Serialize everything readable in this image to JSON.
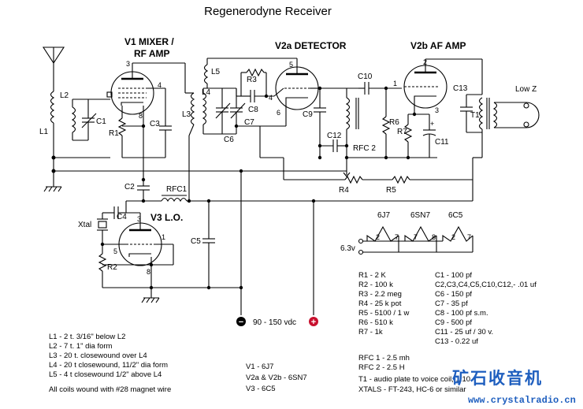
{
  "title": "Regenerodyne Receiver",
  "tubes": {
    "v1": [
      "V1 MIXER /",
      "RF AMP"
    ],
    "v2a": "V2a DETECTOR",
    "v2b": "V2b AF AMP",
    "v3": "V3 L.O."
  },
  "components": {
    "L1": "L1",
    "L2": "L2",
    "L3": "L3",
    "L4": "L4",
    "L5": "L5",
    "C1": "C1",
    "C2": "C2",
    "C3": "C3",
    "C4": "C4",
    "C5": "C5",
    "C6": "C6",
    "C7": "C7",
    "C8": "C8",
    "C9": "C9",
    "C10": "C10",
    "C11": "C11",
    "C12": "C12",
    "C13": "C13",
    "R1": "R1",
    "R2": "R2",
    "R3": "R3",
    "R4": "R4",
    "R5": "R5",
    "R6": "R6",
    "R7": "R7",
    "RFC1": "RFC1",
    "RFC2": "RFC 2",
    "T1": "T1",
    "Xtal": "Xtal",
    "LowZ": "Low Z"
  },
  "power": {
    "supply": "90 - 150 vdc",
    "heater": "6.3v",
    "minus": "−",
    "plus": "+"
  },
  "heater_tubes": [
    "6J7",
    "6SN7",
    "6C5"
  ],
  "parts_list": {
    "resistors": [
      "R1 - 2 K",
      "R2 - 100 k",
      "R3 - 2.2 meg",
      "R4 - 25 k pot",
      "R5 - 5100 / 1 w",
      "R6 - 510 k",
      "R7 - 1k"
    ],
    "capacitors": [
      "C1 - 100 pf",
      "C2,C3,C4,C5,C10,C12,- .01 uf",
      "C6 - 150 pf",
      "C7 - 35 pf",
      "C8 - 100 pf s.m.",
      "C9 - 500 pf",
      "C11 - 25 uf / 30 v.",
      "C13 - 0.22 uf"
    ],
    "chokes": [
      "RFC 1 - 2.5 mh",
      "RFC 2 - 2.5 H"
    ],
    "other": [
      "T1  - audio plate to voice coil, 1:10",
      "XTALS - FT-243, HC-6 or similar"
    ]
  },
  "coil_notes": [
    "L1 - 2 t. 3/16\" below L2",
    "L2 - 7 t. 1\" dia form",
    "L3 - 20 t. closewound over L4",
    "L4 - 20 t closewound, 11/2\" dia form",
    "L5 - 4 t closewound 1/2\" above L4",
    "All coils wound with #28 magnet wire"
  ],
  "tube_types": [
    "V1 - 6J7",
    "V2a & V2b - 6SN7",
    "V3 - 6C5"
  ],
  "watermark": {
    "cn": "矿石收音机",
    "url": "www.crystalradio.cn"
  }
}
